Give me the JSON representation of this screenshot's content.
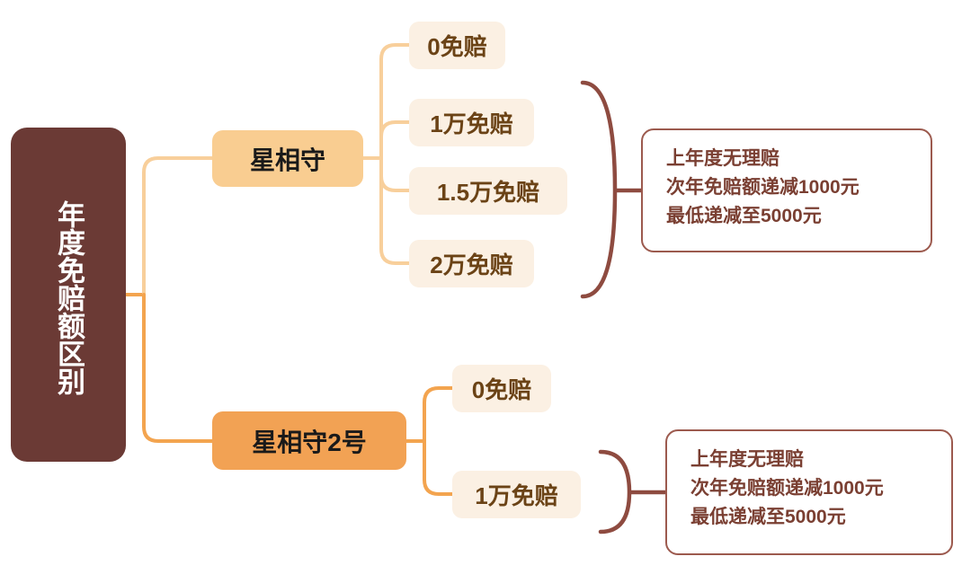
{
  "diagram": {
    "title": "年度免赔额区别",
    "root": {
      "label": "年度免赔额区别",
      "color": "#6b3a35",
      "text_color": "#ffffff"
    },
    "branches": [
      {
        "label": "星相守",
        "color": "#f9cd91",
        "leaves": [
          {
            "label": "0免赔"
          },
          {
            "label": "1万免赔"
          },
          {
            "label": "1.5万免赔"
          },
          {
            "label": "2万免赔"
          }
        ],
        "note": "上年度无理赔\n次年免赔额递减1000元\n最低递减至5000元"
      },
      {
        "label": "星相守2号",
        "color": "#f2a254",
        "leaves": [
          {
            "label": "0免赔"
          },
          {
            "label": "1万免赔"
          }
        ],
        "note": "上年度无理赔\n次年免赔额递减1000元\n最低递减至5000元"
      }
    ],
    "colors": {
      "root_fill": "#6b3a35",
      "branch_one_fill": "#f9cd91",
      "branch_two_fill": "#f2a254",
      "leaf_fill": "#fbf0e3",
      "leaf_text": "#6b4316",
      "connector_light": "#f8cf9b",
      "connector_strong": "#f3a44f",
      "brace_stroke": "#8e4b40",
      "note_border": "#9c5a4e",
      "note_text": "#7a3f32",
      "background": "#ffffff"
    }
  }
}
